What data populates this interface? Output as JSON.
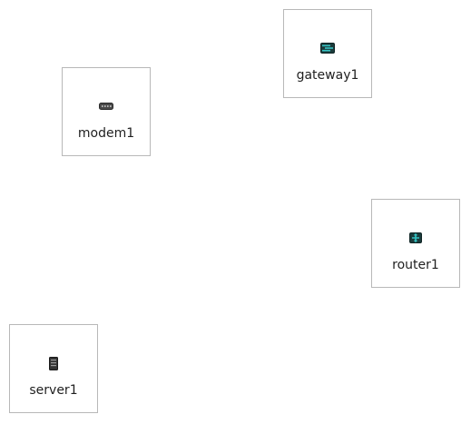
{
  "diagram": {
    "nodes": [
      {
        "id": "gateway1",
        "label": "gateway1",
        "icon": "gateway-icon",
        "color": "#1f8a8a"
      },
      {
        "id": "modem1",
        "label": "modem1",
        "icon": "modem-icon",
        "color": "#555555"
      },
      {
        "id": "router1",
        "label": "router1",
        "icon": "router-icon",
        "color": "#1f8a8a"
      },
      {
        "id": "server1",
        "label": "server1",
        "icon": "server-icon",
        "color": "#444444"
      }
    ]
  }
}
